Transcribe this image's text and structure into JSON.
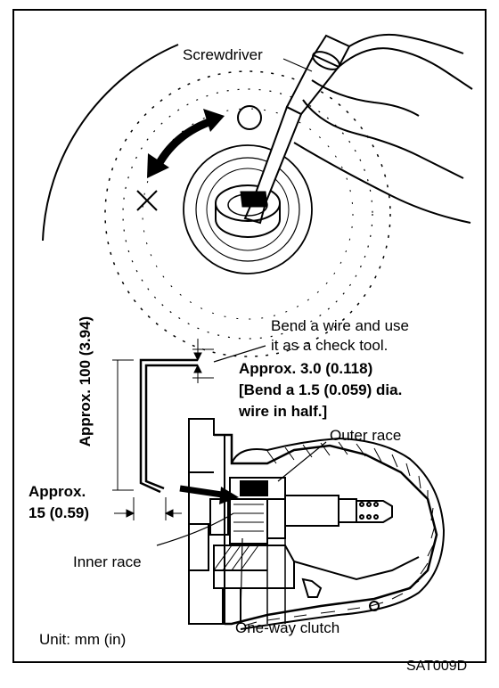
{
  "labels": {
    "screwdriver": "Screwdriver",
    "bend_line1": "Bend a wire and use",
    "bend_line2": "it as a check tool.",
    "approx_3": "Approx. 3.0 (0.118)",
    "bend_half_line1": "[Bend a 1.5 (0.059) dia.",
    "bend_half_line2": "wire in half.]",
    "approx_100": "Approx. 100 (3.94)",
    "approx_15_line1": "Approx.",
    "approx_15_line2": "15 (0.59)",
    "outer_race": "Outer race",
    "inner_race": "Inner race",
    "one_way_clutch": "One-way clutch",
    "unit": "Unit: mm (in)",
    "figure_code": "SAT009D"
  }
}
